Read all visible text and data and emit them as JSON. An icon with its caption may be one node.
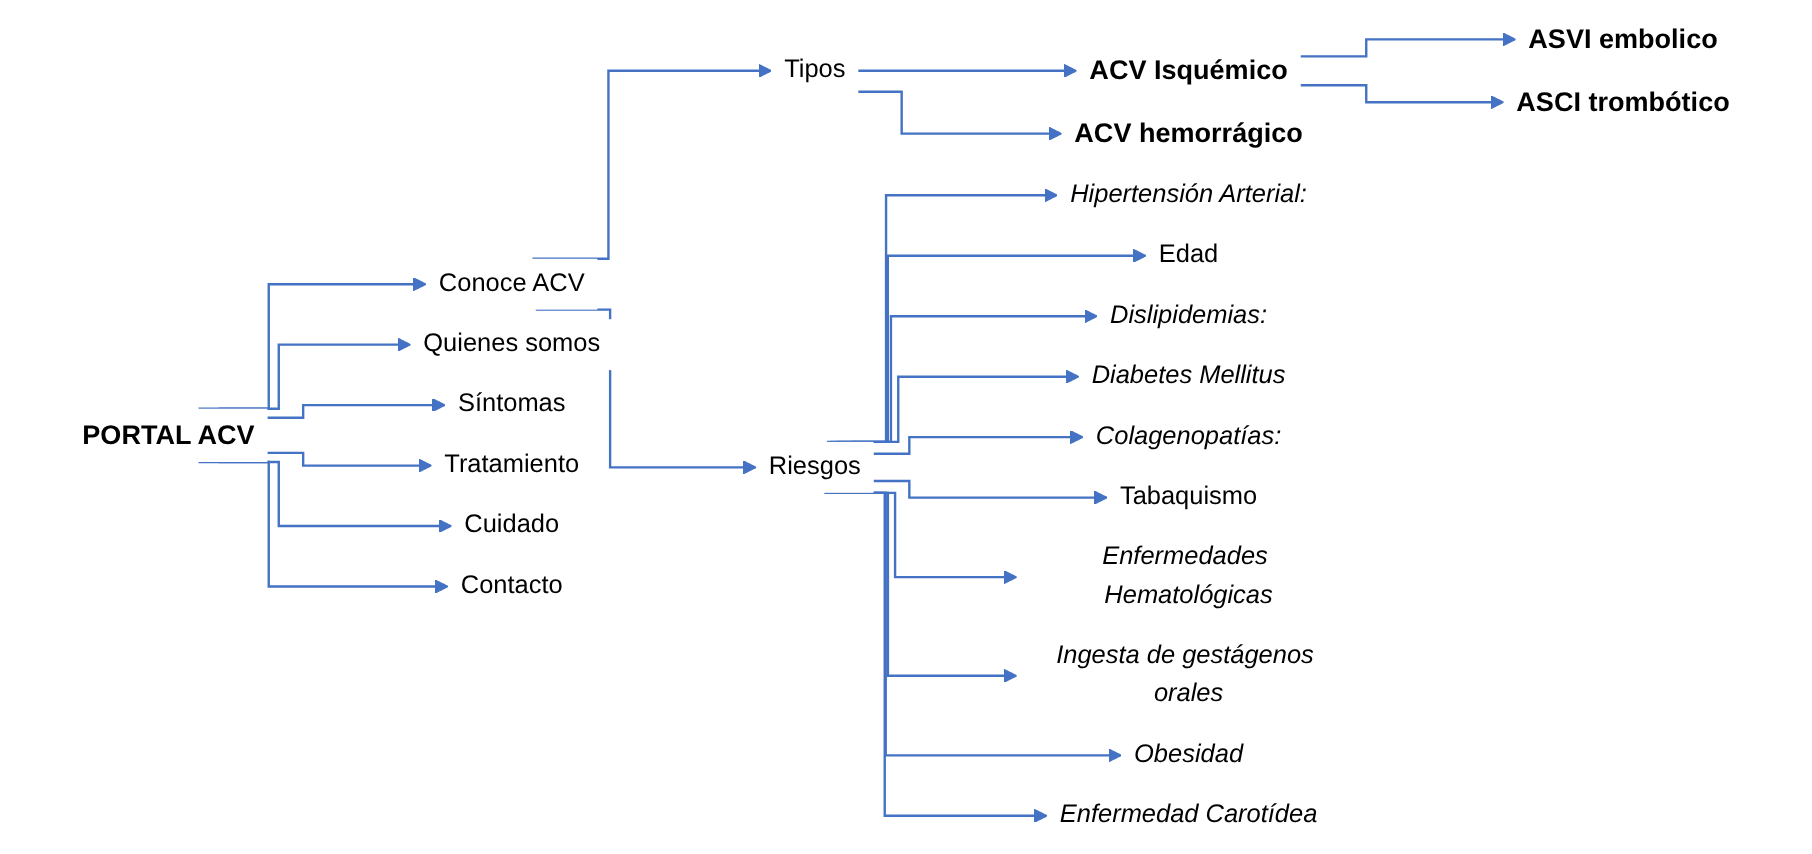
{
  "diagram": {
    "nodes": [
      {
        "text": [
          "PORTAL ACV"
        ]
      },
      {
        "text": [
          "Conoce ACV"
        ]
      },
      {
        "text": [
          "Quienes somos"
        ]
      },
      {
        "text": [
          "Síntomas"
        ]
      },
      {
        "text": [
          "Tratamiento"
        ]
      },
      {
        "text": [
          "Cuidado"
        ]
      },
      {
        "text": [
          "Contacto"
        ]
      },
      {
        "text": [
          "Tipos"
        ]
      },
      {
        "text": [
          "Riesgos"
        ]
      },
      {
        "text": [
          "ACV Isquémico"
        ]
      },
      {
        "text": [
          "ACV hemorrágico"
        ]
      },
      {
        "text": [
          "ASVI embolico"
        ]
      },
      {
        "text": [
          "ASCI trombótico"
        ]
      },
      {
        "text": [
          "Hipertensión Arterial:"
        ]
      },
      {
        "text": [
          "Edad"
        ]
      },
      {
        "text": [
          "Dislipidemias:"
        ]
      },
      {
        "text": [
          "Diabetes Mellitus"
        ]
      },
      {
        "text": [
          "Colagenopatías:"
        ]
      },
      {
        "text": [
          "Tabaquismo"
        ]
      },
      {
        "text": [
          "Enfermedades Hematológicas"
        ]
      },
      {
        "text": [
          "Ingesta de gestágenos orales"
        ]
      },
      {
        "text": [
          "Obesidad"
        ]
      },
      {
        "text": [
          "Enfermedad Carotídea"
        ]
      }
    ],
    "edges": [
      {
        "from": 0,
        "to": 1,
        "arrow": "to"
      },
      {
        "from": 0,
        "to": 2,
        "arrow": "to"
      },
      {
        "from": 0,
        "to": 3,
        "arrow": "to"
      },
      {
        "from": 0,
        "to": 4,
        "arrow": "to"
      },
      {
        "from": 0,
        "to": 5,
        "arrow": "to"
      },
      {
        "from": 0,
        "to": 6,
        "arrow": "to"
      },
      {
        "from": 1,
        "to": 7,
        "arrow": "to"
      },
      {
        "from": 1,
        "to": 8,
        "arrow": "to"
      },
      {
        "from": 7,
        "to": 9,
        "arrow": "to"
      },
      {
        "from": 7,
        "to": 10,
        "arrow": "to"
      },
      {
        "from": 9,
        "to": 11,
        "arrow": "to"
      },
      {
        "from": 9,
        "to": 12,
        "arrow": "to"
      },
      {
        "from": 8,
        "to": 13,
        "arrow": "to"
      },
      {
        "from": 8,
        "to": 14,
        "arrow": "to"
      },
      {
        "from": 8,
        "to": 15,
        "arrow": "to"
      },
      {
        "from": 8,
        "to": 16,
        "arrow": "to"
      },
      {
        "from": 8,
        "to": 17,
        "arrow": "to"
      },
      {
        "from": 8,
        "to": 18,
        "arrow": "to"
      },
      {
        "from": 8,
        "to": 19,
        "arrow": "to"
      },
      {
        "from": 8,
        "to": 20,
        "arrow": "to"
      },
      {
        "from": 8,
        "to": 21,
        "arrow": "to"
      },
      {
        "from": 8,
        "to": 22,
        "arrow": "to"
      }
    ]
  }
}
